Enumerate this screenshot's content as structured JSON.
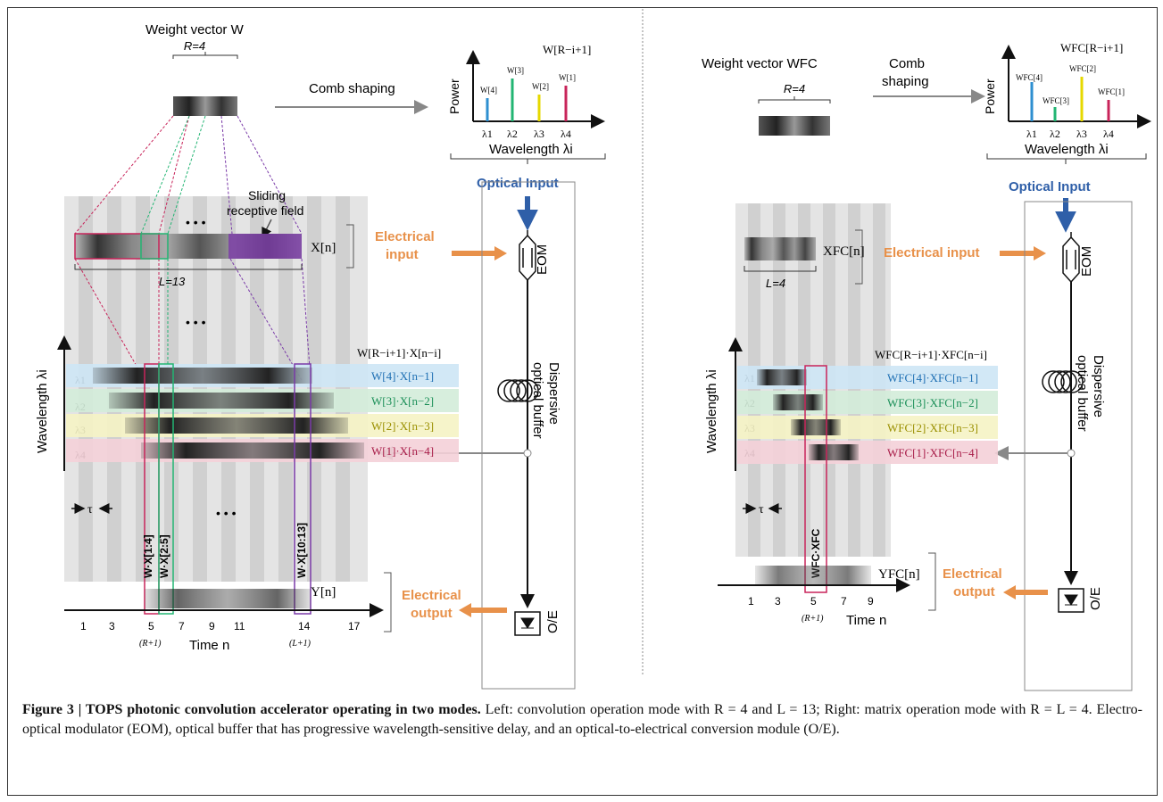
{
  "left": {
    "weight_title": "Weight vector W",
    "r_label": "R=4",
    "comb_shaping": "Comb shaping",
    "spectrum_title": "W[R−i+1]",
    "power": "Power",
    "wavelength": "Wavelength λi",
    "spec_labels": [
      "W[4]",
      "W[3]",
      "W[2]",
      "W[1]"
    ],
    "lambdas": [
      "λ1",
      "λ2",
      "λ3",
      "λ4"
    ],
    "optical_input": "Optical Input",
    "sliding": "Sliding",
    "receptive_field": "receptive field",
    "dots": "• • •",
    "x_label": "X[n]",
    "electrical": "Electrical",
    "input": "input",
    "eom": "EOM",
    "l_label": "L=13",
    "wave_axis": "Wavelength λi",
    "ylam": [
      "λ1",
      "λ2",
      "λ3",
      "λ4"
    ],
    "band_title": "W[R−i+1]·X[n−i]",
    "bands": [
      "W[4]·X[n−1]",
      "W[3]·X[n−2]",
      "W[2]·X[n−3]",
      "W[1]·X[n−4]"
    ],
    "dispersive": "Dispersive",
    "optical_buffer": "optical buffer",
    "tau": "τ",
    "vlabels": [
      "W·X[1:4]",
      "W·X[2:5]",
      "W·X[10:13]"
    ],
    "y_label": "Y[n]",
    "output": "output",
    "oe": "O/E",
    "ticks": [
      "1",
      "3",
      "5",
      "7",
      "9",
      "11",
      "14",
      "17"
    ],
    "r1": "(R+1)",
    "l1": "(L+1)",
    "time": "Time n"
  },
  "right": {
    "weight_title": "Weight vector WFC",
    "r_label": "R=4",
    "comb": "Comb",
    "shaping": "shaping",
    "spectrum_title": "WFC[R−i+1]",
    "power": "Power",
    "wavelength": "Wavelength λi",
    "spec_labels": [
      "WFC[4]",
      "WFC[3]",
      "WFC[2]",
      "WFC[1]"
    ],
    "lambdas": [
      "λ1",
      "λ2",
      "λ3",
      "λ4"
    ],
    "optical_input": "Optical Input",
    "x_label": "XFC[n]",
    "electrical_input": "Electrical input",
    "eom": "EOM",
    "l_label": "L=4",
    "wave_axis": "Wavelength λi",
    "ylam": [
      "λ1",
      "λ2",
      "λ3",
      "λ4"
    ],
    "band_title": "WFC[R−i+1]·XFC[n−i]",
    "bands": [
      "WFC[4]·XFC[n−1]",
      "WFC[3]·XFC[n−2]",
      "WFC[2]·XFC[n−3]",
      "WFC[1]·XFC[n−4]"
    ],
    "dispersive": "Dispersive",
    "optical_buffer": "optical buffer",
    "tau": "τ",
    "vlabel": "WFC·XFC",
    "y_label": "YFC[n]",
    "electrical": "Electrical",
    "output": "output",
    "oe": "O/E",
    "ticks": [
      "1",
      "3",
      "5",
      "7",
      "9"
    ],
    "r1": "(R+1)",
    "time": "Time n"
  },
  "caption": {
    "bold": "Figure 3 | TOPS photonic convolution accelerator operating in two modes.",
    "text": " Left: convolution operation mode with R = 4 and L = 13; Right: matrix operation mode with R = L = 4. Electro-optical modulator (EOM), optical buffer that has progressive wavelength-sensitive delay, and an optical-to-electrical conversion module (O/E)."
  },
  "colors": {
    "blue_band": "#cde6f5",
    "green_band": "#d3ecd9",
    "yellow_band": "#f5f3c4",
    "pink_band": "#f4d0d8",
    "line_blue": "#2e8fd0",
    "line_green": "#22b573",
    "line_yellow": "#e6d800",
    "line_red": "#c8245a",
    "accent_blue": "#2f5fa8",
    "accent_orange": "#e8914a",
    "purple": "#7a3aa8"
  }
}
